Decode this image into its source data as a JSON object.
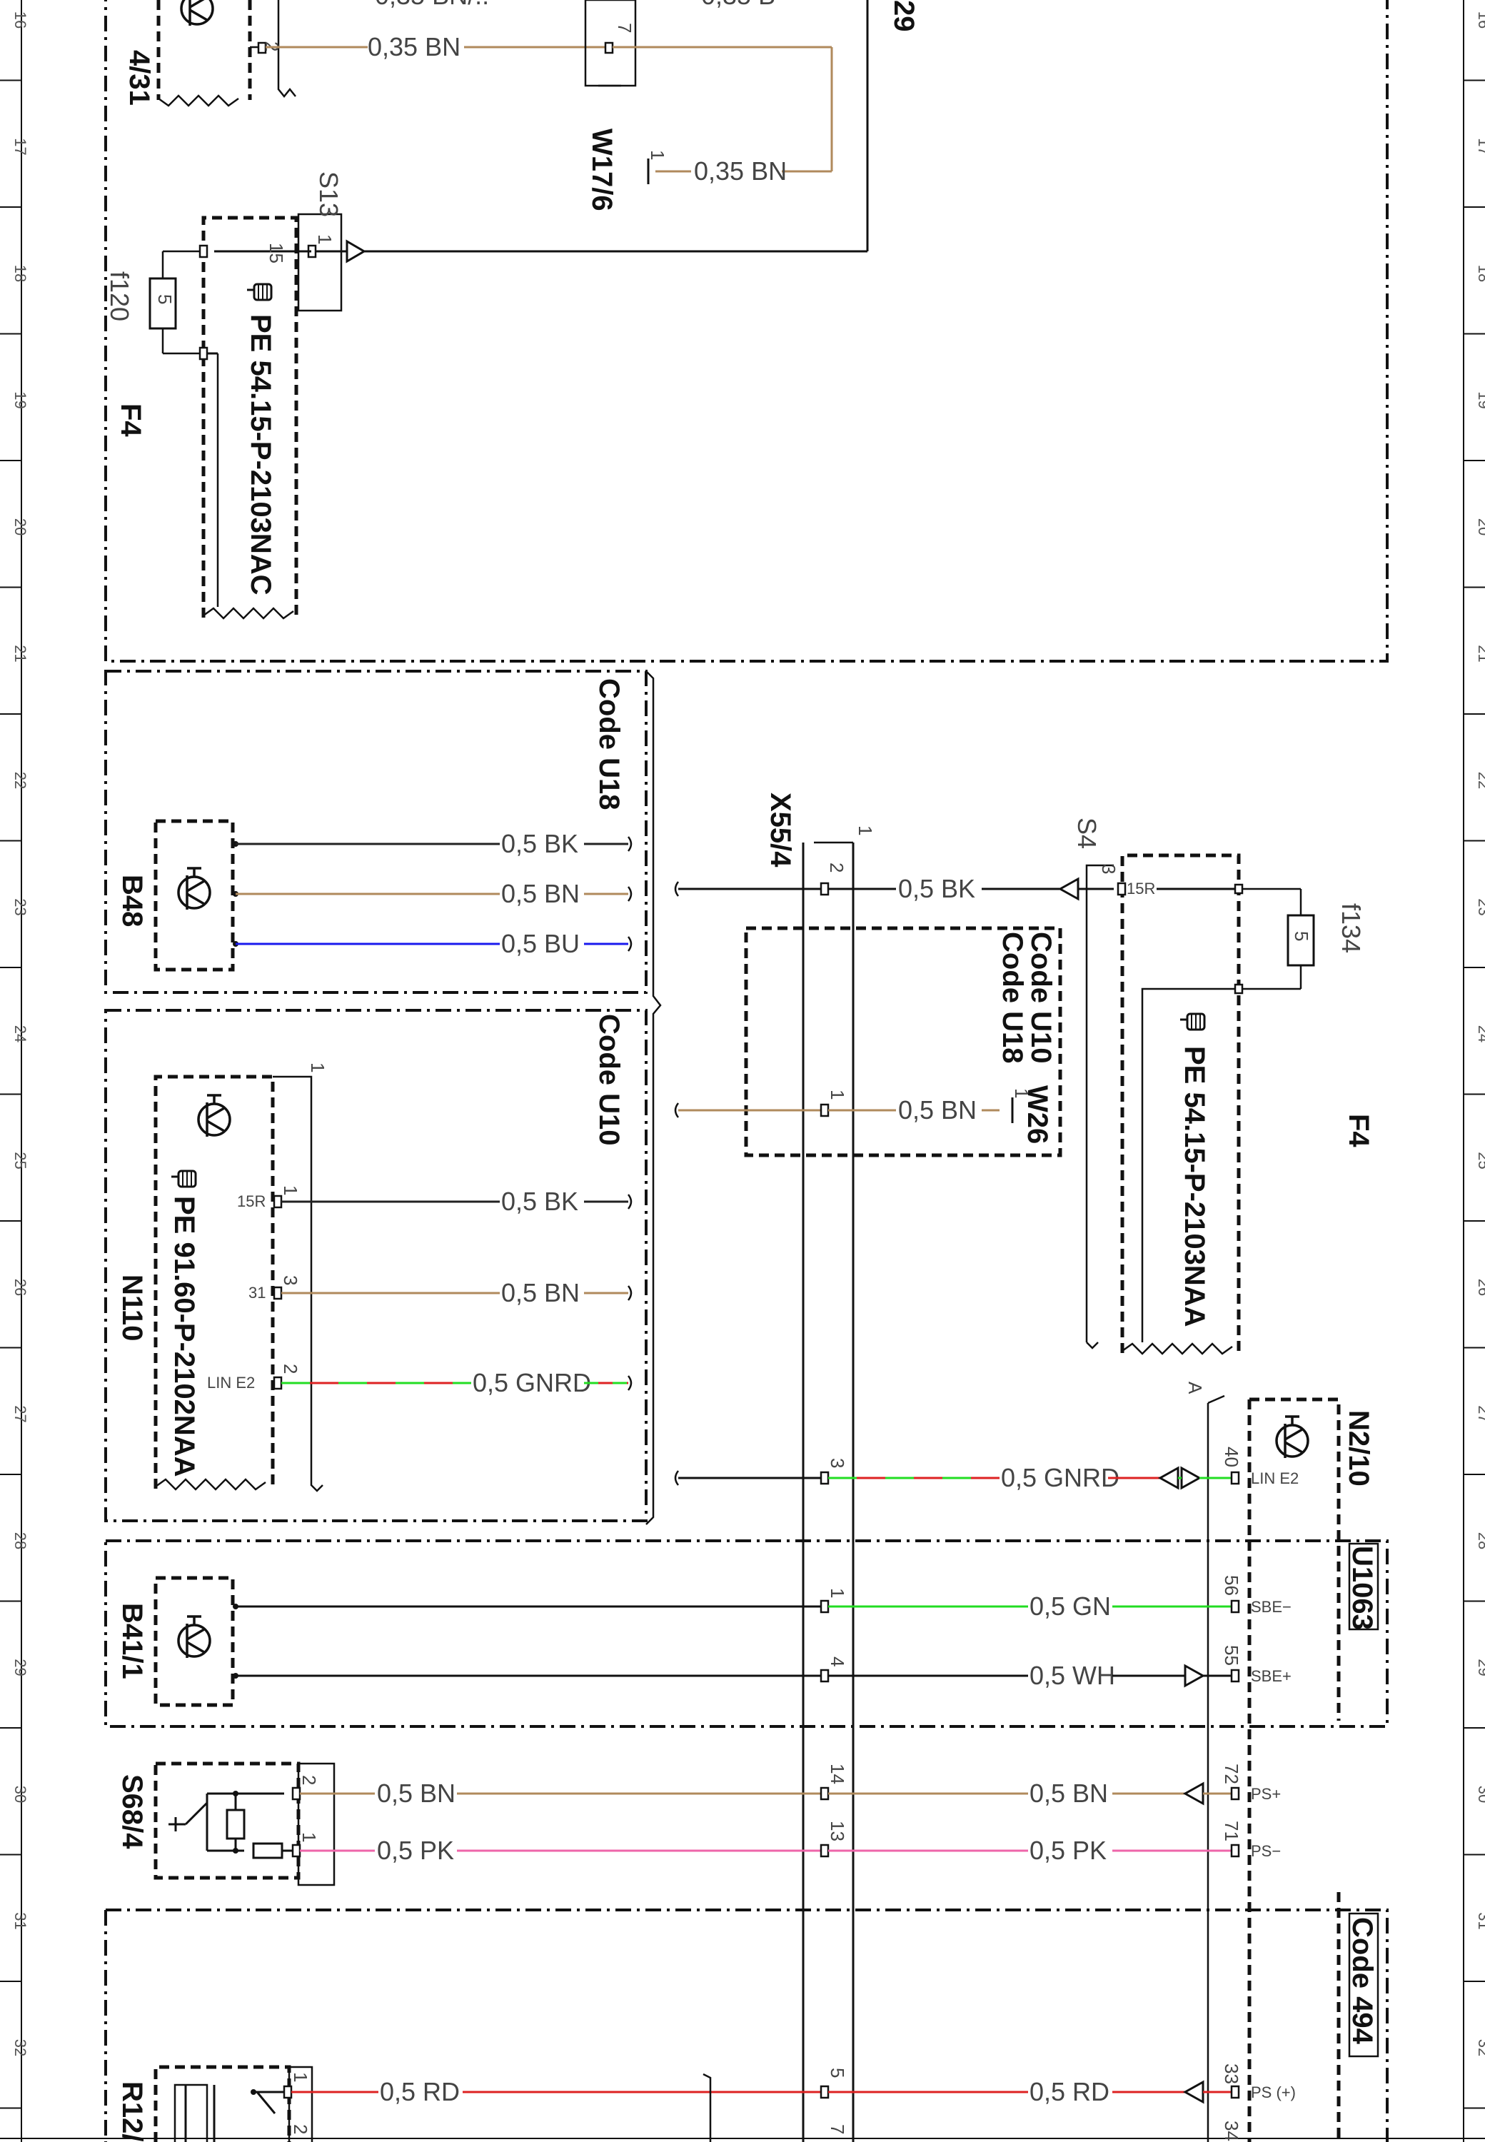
{
  "colors": {
    "BN": "#b08a5c",
    "BK": "#222222",
    "BU": "#1a1aee",
    "GN": "#22dd22",
    "RD": "#dd2222",
    "PK": "#ee66aa",
    "WH": "#222222",
    "frame": "#111111"
  },
  "row_numbers": [
    "16",
    "17",
    "18",
    "19",
    "20",
    "21",
    "22",
    "23",
    "24",
    "25",
    "26",
    "27",
    "28",
    "29",
    "30",
    "31",
    "32"
  ],
  "codes": {
    "u18": "Code U18",
    "u10": "Code U10",
    "u10_u18_line1": "Code U10",
    "u10_u18_line2": "Code U18",
    "c494": "Code 494"
  },
  "components": {
    "c431": "4/31",
    "c29": "29",
    "w17_6": "W17/6",
    "s13": "S13",
    "f120": "f120",
    "f4_top": "F4",
    "pe_top": "PE 54.15-P-2103NAC",
    "b48": "B48",
    "x55_4": "X55/4",
    "s4": "S4",
    "f134": "f134",
    "pe_right": "PE 54.15-P-2103NAA",
    "w26": "W26",
    "f4_right": "F4",
    "n110": "N110",
    "pe_n110": "PE 91.60-P-2102NAA",
    "n2_10": "N2/10",
    "u1063": "U1063",
    "b41_1": "B41/1",
    "s68_4": "S68/4",
    "r12": "R12/"
  },
  "wire_labels": {
    "top_partial_left": "0,35 BN/..",
    "top_partial_right": "0,35 B",
    "w1": "0,35 BN",
    "w2": "0,35 BN",
    "b48_1": "0,5 BK",
    "b48_2": "0,5 BN",
    "b48_3": "0,5 BU",
    "s4_wire": "0,5 BK",
    "w26_wire": "0,5 BN",
    "n110_1": "0,5 BK",
    "n110_2": "0,5 BN",
    "n110_3": "0,5 GNRD",
    "n2_lin": "0,5 GNRD",
    "b41_gn": "0,5 GN",
    "b41_wh": "0,5 WH",
    "s68_bn_left": "0,5 BN",
    "s68_pk_left": "0,5 PK",
    "s68_bn_right": "0,5 BN",
    "s68_pk_right": "0,5 PK",
    "r12_left": "0,5 RD",
    "r12_right": "0,5 RD"
  },
  "pins": {
    "p_top2": "2",
    "p_top7": "7",
    "p_w17": "1",
    "p_15": "15",
    "p_s13": "1",
    "p_f120": "5",
    "x55_1": "1",
    "x55_2": "2",
    "s4_3": "3",
    "s4_15r": "15R",
    "f134_5": "5",
    "x55_p1": "1",
    "w26_1": "1",
    "n110_box1": "1",
    "n110_15r": "15R",
    "n110_p1": "1",
    "n110_31": "31",
    "n110_p3": "3",
    "n110_lin": "LIN E2",
    "n110_p2": "2",
    "x55_3": "3",
    "n2_a": "A",
    "n2_40": "40",
    "n2_lin": "LIN E2",
    "x55_1b": "1",
    "n2_56": "56",
    "n2_sbe_minus": "SBE−",
    "x55_4": "4",
    "n2_55": "55",
    "n2_sbe_plus": "SBE+",
    "s68_2": "2",
    "s68_1": "1",
    "x55_14": "14",
    "x55_13": "13",
    "n2_72": "72",
    "n2_ps_plus": "PS+",
    "n2_71": "71",
    "n2_ps_minus": "PS−",
    "r12_1": "1",
    "r12_2": "2",
    "x55_5": "5",
    "x55_7": "7",
    "n2_33": "33",
    "n2_ps_pp": "PS (+)",
    "n2_34": "34"
  }
}
